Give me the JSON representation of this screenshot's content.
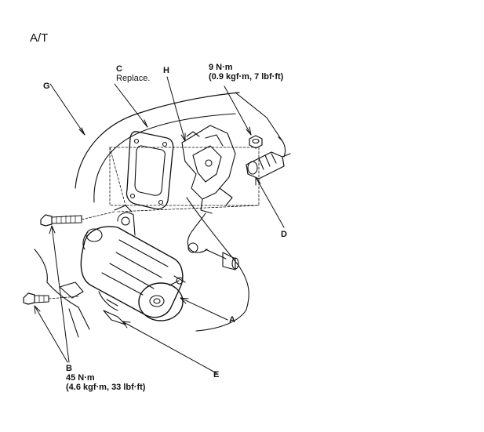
{
  "heading": "A/T",
  "callouts": {
    "a": {
      "letter": "A"
    },
    "b": {
      "letter": "B",
      "torque_nm": "45 N·m",
      "torque_alt": "(4.6 kgf·m, 33 lbf·ft)"
    },
    "c": {
      "letter": "C",
      "note": "Replace."
    },
    "d": {
      "letter": "D"
    },
    "e": {
      "letter": "E"
    },
    "g": {
      "letter": "G"
    },
    "h": {
      "letter": "H"
    },
    "nut": {
      "torque_nm": "9 N·m",
      "torque_alt": "(0.9 kgf·m, 7 lbf·ft)"
    }
  },
  "colors": {
    "ink": "#111111",
    "bg": "#ffffff"
  },
  "icons": [
    "starter-motor-icon",
    "transmission-case-icon",
    "gasket-icon",
    "harness-bracket-icon",
    "mounting-bolt-icon",
    "nut-icon",
    "connector-icon"
  ]
}
